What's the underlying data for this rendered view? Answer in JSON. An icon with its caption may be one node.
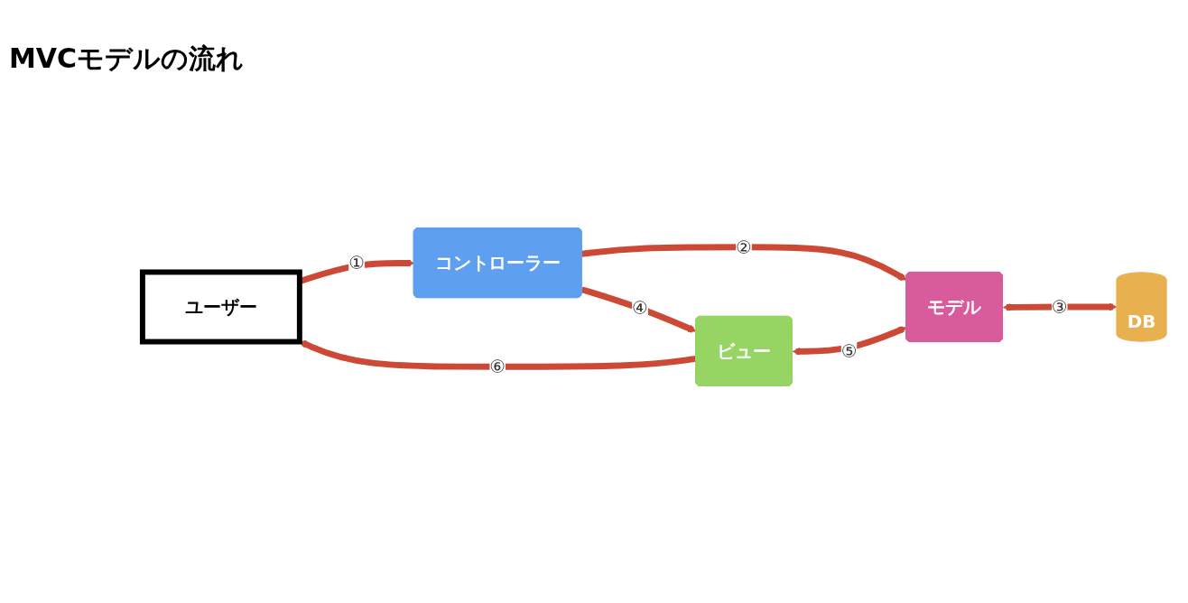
{
  "diagram": {
    "title": "MVCモデルの流れ",
    "nodes": [
      {
        "text": [
          "ユーザー"
        ]
      },
      {
        "text": [
          "コントローラー"
        ]
      },
      {
        "text": [
          "モデル"
        ]
      },
      {
        "text": [
          "DB"
        ]
      },
      {
        "text": [
          "ビュー"
        ]
      }
    ],
    "edges": [
      {
        "from": 0,
        "to": 1,
        "arrow": "to",
        "label": "①"
      },
      {
        "from": 1,
        "to": 2,
        "arrow": "to",
        "label": "②"
      },
      {
        "from": 2,
        "to": 3,
        "arrow": "both",
        "label": "③"
      },
      {
        "from": 1,
        "to": 4,
        "arrow": "to",
        "label": "④"
      },
      {
        "from": 4,
        "to": 2,
        "arrow": "both",
        "label": "⑤"
      },
      {
        "from": 4,
        "to": 0,
        "arrow": "to",
        "label": "⑥"
      }
    ]
  }
}
